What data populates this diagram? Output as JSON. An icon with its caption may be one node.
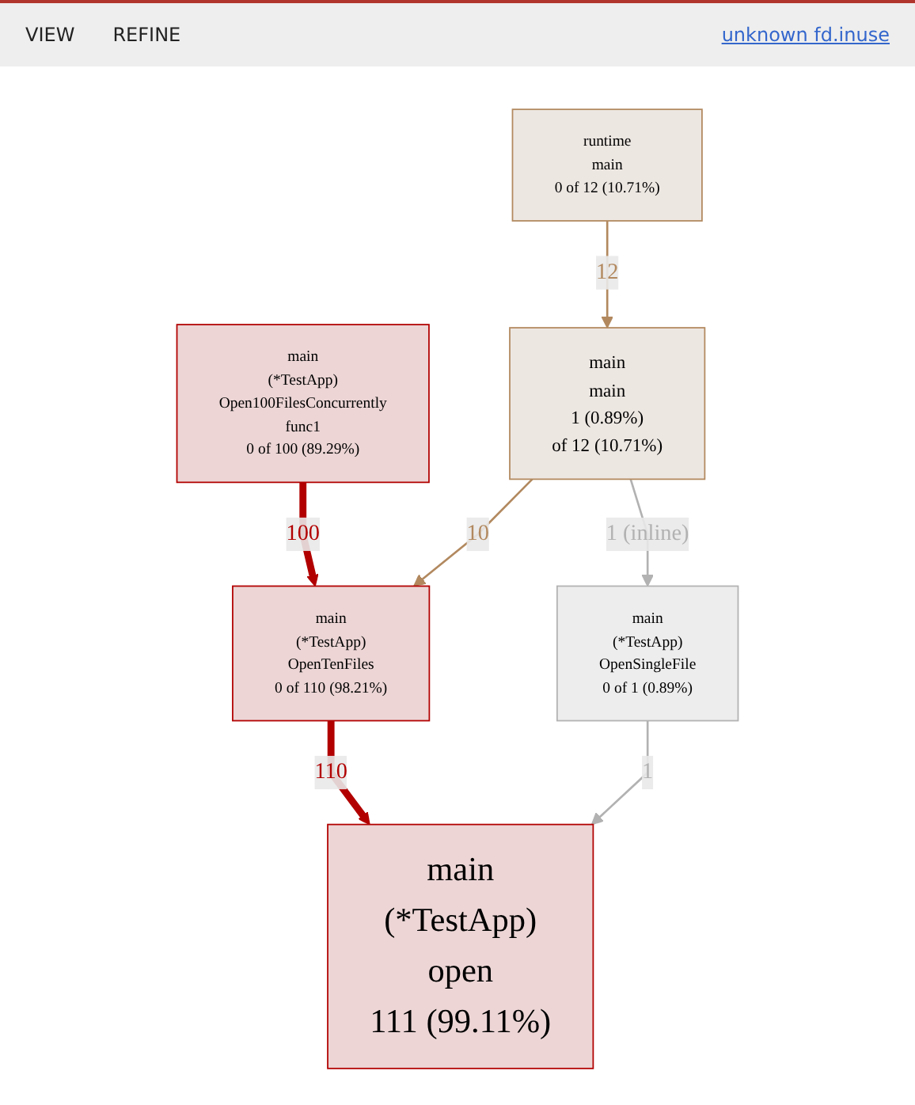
{
  "diagram": {
    "nodes": [
      {
        "text": [
          "runtime",
          "main",
          "0 of 12 (10.71%)"
        ]
      },
      {
        "text": [
          "main",
          "(*TestApp)",
          "Open100FilesConcurrently",
          "func1",
          "0 of 100 (89.29%)"
        ]
      },
      {
        "text": [
          "main",
          "main",
          "1 (0.89%)",
          "of 12 (10.71%)"
        ]
      },
      {
        "text": [
          "main",
          "(*TestApp)",
          "OpenTenFiles",
          "0 of 110 (98.21%)"
        ]
      },
      {
        "text": [
          "main",
          "(*TestApp)",
          "OpenSingleFile",
          "0 of 1 (0.89%)"
        ]
      },
      {
        "text": [
          "main",
          "(*TestApp)",
          "open",
          "111 (99.11%)"
        ]
      }
    ],
    "edges": [
      {
        "from": 0,
        "to": 2,
        "arrow": "to",
        "label": "12",
        "color": "#b2895f"
      },
      {
        "from": 1,
        "to": 3,
        "arrow": "to",
        "label": "100",
        "style": "thick",
        "color": "#b20000"
      },
      {
        "from": 2,
        "to": 3,
        "arrow": "to",
        "label": "10",
        "color": "#b2895f"
      },
      {
        "from": 2,
        "to": 4,
        "arrow": "to",
        "label": "1 (inline)",
        "color": "#b2b2b2"
      },
      {
        "from": 3,
        "to": 5,
        "arrow": "to",
        "label": "110",
        "style": "thick",
        "color": "#b20000"
      },
      {
        "from": 4,
        "to": 5,
        "arrow": "to",
        "label": "1",
        "color": "#b2b2b2"
      }
    ],
    "labels": [
      "VIEW",
      "REFINE",
      "unknown fd.inuse"
    ]
  }
}
